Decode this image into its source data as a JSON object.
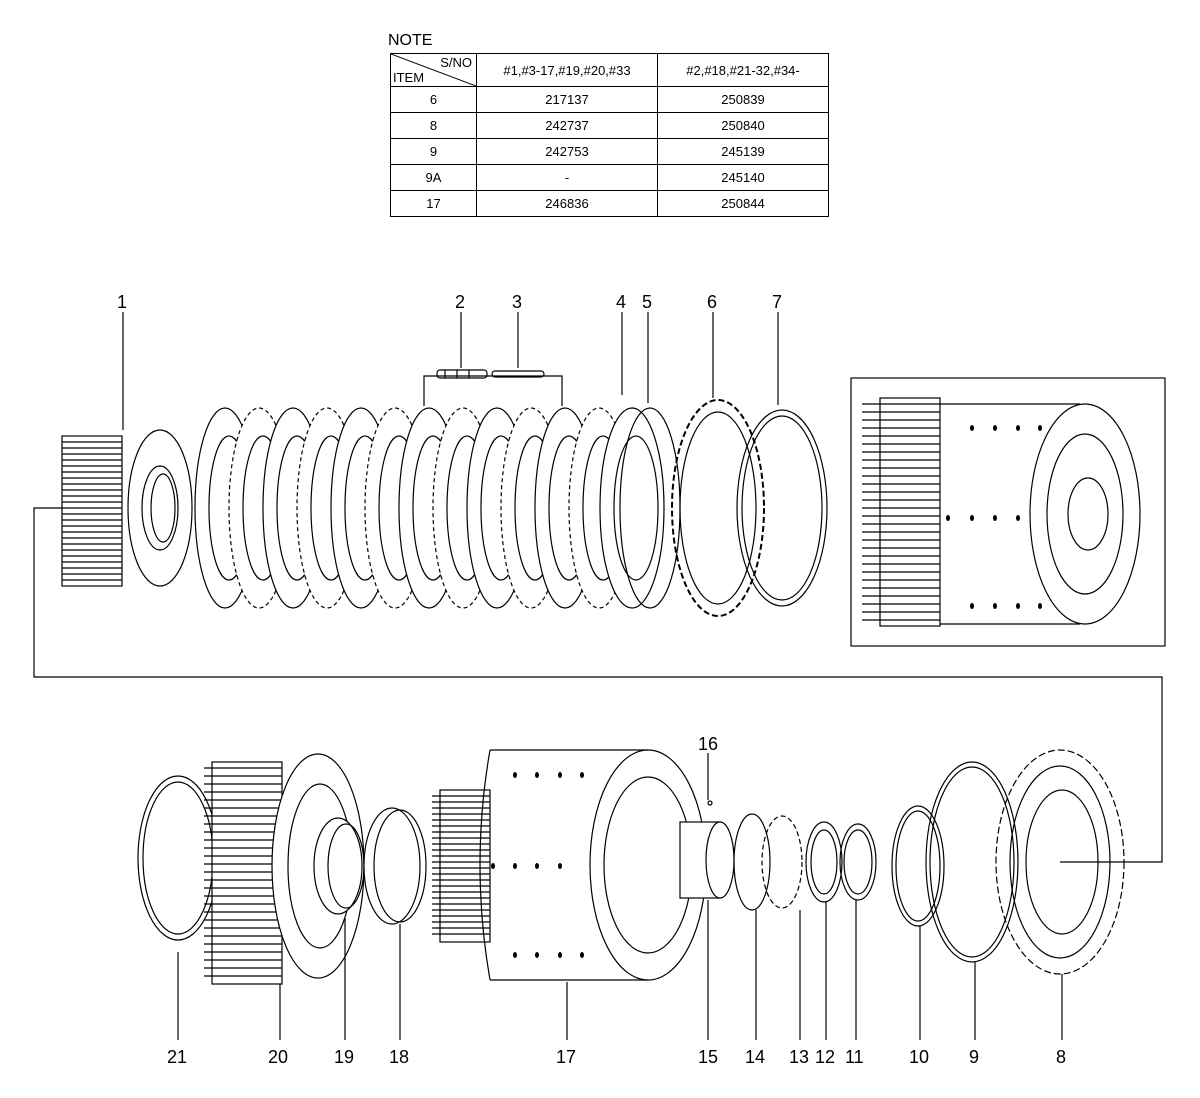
{
  "note": {
    "title": "NOTE",
    "header_sno": "S/NO",
    "header_item": "ITEM",
    "columns": [
      "#1,#3-17,#19,#20,#33",
      "#2,#18,#21-32,#34-"
    ],
    "rows": [
      {
        "item": "6",
        "a": "217137",
        "b": "250839"
      },
      {
        "item": "8",
        "a": "242737",
        "b": "250840"
      },
      {
        "item": "9",
        "a": "242753",
        "b": "245139"
      },
      {
        "item": "9A",
        "a": "-",
        "b": "245140"
      },
      {
        "item": "17",
        "a": "246836",
        "b": "250844"
      }
    ]
  },
  "callouts_top": [
    "1",
    "2",
    "3",
    "4",
    "5",
    "6",
    "7"
  ],
  "callouts_bottom": [
    "21",
    "20",
    "19",
    "18",
    "17",
    "16",
    "15",
    "14",
    "13",
    "12",
    "11",
    "10",
    "9",
    "8"
  ]
}
